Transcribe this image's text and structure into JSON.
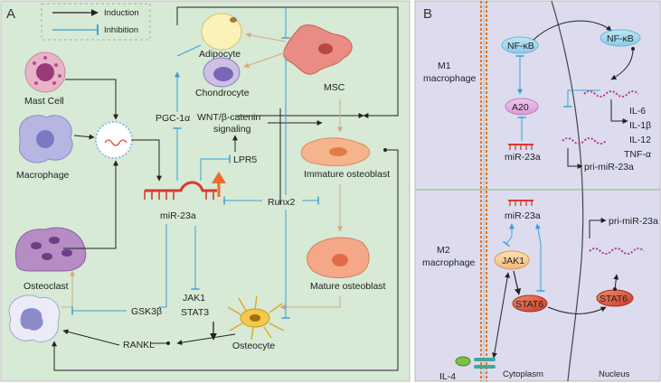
{
  "panel_a": {
    "letter": "A",
    "legend": {
      "induction": "Induction",
      "inhibition": "Inhibition"
    },
    "labels": {
      "mast_cell": "Mast Cell",
      "macrophage": "Macrophage",
      "osteoclast": "Osteoclast",
      "adipocyte": "Adipocyte",
      "chondrocyte": "Chondrocyte",
      "msc": "MSC",
      "pgc1a": "PGC-1α",
      "wnt": "WNT/β-catenin",
      "signaling": "signaling",
      "lpr5": "LPR5",
      "mir23a": "miR-23a",
      "runx2": "Runx2",
      "immature_osteoblast": "Immature osteoblast",
      "mature_osteoblast": "Mature osteoblast",
      "gsk3b": "GSK3β",
      "jak1": "JAK1",
      "stat3": "STAT3",
      "rankl": "RANKL",
      "osteocyte": "Osteocyte"
    }
  },
  "panel_b": {
    "letter": "B",
    "m1_line1": "M1",
    "m1_line2": "macrophage",
    "m2_line1": "M2",
    "m2_line2": "macrophage",
    "nfkb_cyto": "NF-κB",
    "nfkb_nuc": "NF-κB",
    "a20": "A20",
    "mir23a_m1": "miR-23a",
    "mir23a_m2": "miR-23a",
    "il6": "IL-6",
    "il1b": "IL-1β",
    "il12": "IL-12",
    "tnfa": "TNF-α",
    "pri_mir_m1": "pri-miR-23a",
    "pri_mir_m2": "pri-miR-23a",
    "jak1": "JAK1",
    "stat6_cyto": "STAT6",
    "stat6_nuc": "STAT6",
    "il4": "IL-4",
    "cytoplasm": "Cytoplasm",
    "nucleus": "Nucleus"
  },
  "colors": {
    "panel_a_bg": "#d6ead6",
    "panel_b_bg": "#dcdcee",
    "inhibition": "#3b9fd6",
    "induction": "#222222",
    "differentiation": "#d6a880",
    "membrane": "#e0772c"
  }
}
